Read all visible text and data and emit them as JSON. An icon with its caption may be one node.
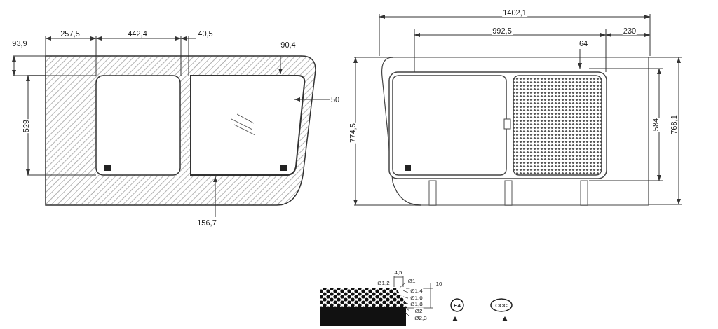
{
  "diagram": {
    "labels": [
      "93,9",
      "257,5",
      "442,4",
      "40,5",
      "90,4",
      "529",
      "50",
      "156,7",
      "1402,1",
      "992,5",
      "230",
      "64",
      "774,5",
      "584",
      "768,1",
      "4,5",
      "Ø1,2",
      "Ø1",
      "10",
      "Ø1,4",
      "Ø1,6",
      "Ø1,8",
      "Ø2",
      "Ø2,3",
      "E4",
      "CCC"
    ]
  }
}
